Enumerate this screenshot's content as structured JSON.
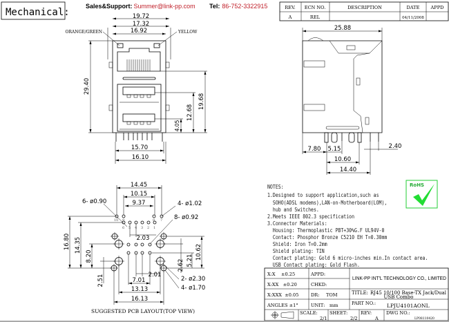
{
  "header": {
    "title": "Mechanical:",
    "sales_label": "Sales&Support:",
    "sales_email": "Summer@link-pp.com",
    "tel_label": "Tel:",
    "tel_value": "86-752-3322915",
    "accent_color": "#c0202a"
  },
  "revision_table": {
    "headers": [
      "REV.",
      "ECN NO.",
      "DESCRIPTION",
      "DATE",
      "APPD"
    ],
    "rows": [
      [
        "A",
        "REL",
        "",
        "04/11/2008",
        ""
      ]
    ]
  },
  "front_view": {
    "labels": {
      "led_left": "ORANGE/GREEN",
      "led_right": "YELLOW"
    },
    "dims": {
      "w1": "19.72",
      "w2": "17.32",
      "w3": "16.92",
      "h_total": "29.40",
      "h1": "19.68",
      "h2": "12.68",
      "h3": "4.05",
      "pin_w1": "15.70",
      "pin_w2": "16.10"
    }
  },
  "side_view": {
    "dims": {
      "length": "25.88",
      "d1": "7.80",
      "d2": "5.15",
      "d3": "10.60",
      "d4": "14.40",
      "d5": "2.40"
    }
  },
  "pcb_layout": {
    "caption": "SUGGESTED PCB LAYOUT(TOP VIEW)",
    "dims": {
      "w1": "14.45",
      "w2": "10.15",
      "w3": "9.37",
      "h1": "16.80",
      "h2": "14.35",
      "h3": "8.20",
      "h4": "2.51",
      "p1": "2.03",
      "p2": "2.01",
      "w4": "7.01",
      "w5": "13.13",
      "w6": "16.13",
      "v1": "10.62",
      "v2": "5.21",
      "v3": "2.62"
    },
    "callouts": [
      "6- ø0.90",
      "4- ø1.02",
      "8- ø0.92",
      "2- ø2.30",
      "4- ø1.70"
    ],
    "pin_numbers": [
      "10",
      "9",
      "8",
      "7",
      "6",
      "5",
      "4",
      "3",
      "2",
      "1"
    ]
  },
  "notes": {
    "title": "NOTES:",
    "lines": [
      "1.Designed to support application,such as",
      "  SOHO(ADSL modems),LAN-on-Motherboard(LOM),",
      "  hub and Switches.",
      "2.Meets IEEE 802.3 specification",
      "3.Connector Materials:",
      "  Housing: Thermoplastic PBT+30%G.F UL94V-0",
      "  Contact: Phosphor Bronze C5210 EH T=0.30mm",
      "  Shield: Iron T=0.2mm",
      "  Shield plating: TIN",
      "  Contact plating: Gold 6 micro-inches min.In contact area.",
      "  USB Contact plating: Gold Flash."
    ],
    "rohs_logo": "RoHS",
    "rohs_color": "#22cc33"
  },
  "title_block": {
    "tolerances": [
      "X:X    ±0.25",
      "X:XX   ±0.20",
      "X:XXX  ±0.05",
      "ANGLES ±1°"
    ],
    "appd": "APPD:",
    "chkd": "CHKD:",
    "dr_label": "DR:",
    "dr_value": "TOM",
    "unit_label": "UNIT:",
    "unit_value": "mm",
    "company": "LINK-PP INT'L TECHNOLOGY CO., LIMITED",
    "title_label": "TITLE:",
    "title_line1": "RJ45 10/100 Base-TX Jack/Dual",
    "title_line2": "USB Combo",
    "part_label": "PART NO.:",
    "part_value": "LPJU4101AONL",
    "scale_label": "SCALE:",
    "scale_value": "2/1",
    "sheet_label": "SHEET:",
    "sheet_value": "2/2",
    "rev_label": "REV:",
    "rev_value": "A",
    "dwg_label": "DWG NO.:",
    "dwg_value": "LP08110420"
  }
}
